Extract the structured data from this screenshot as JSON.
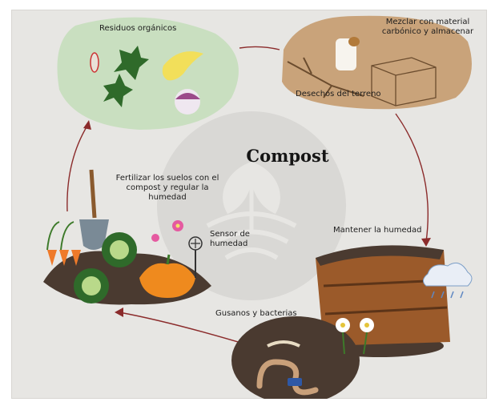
{
  "diagram": {
    "title": "Compost",
    "stages": {
      "organic": "Residuos orgánicos",
      "mix": "Mezclar con material carbónico y almacenar",
      "ground": "Desechos del terreno",
      "humidity": "Mantener la humedad",
      "worms": "Gusanos y bacterias",
      "sensor": "Sensor de humedad",
      "fertilize": "Fertilizar los suelos con el compost y regular la humedad"
    },
    "colors": {
      "background": "#e7e6e3",
      "organic_blob": "#c9dfc0",
      "mix_blob": "#c9a37a",
      "arrow": "#8b2b2b",
      "soil": "#4a3a30",
      "box": "#9b5a2a"
    }
  }
}
